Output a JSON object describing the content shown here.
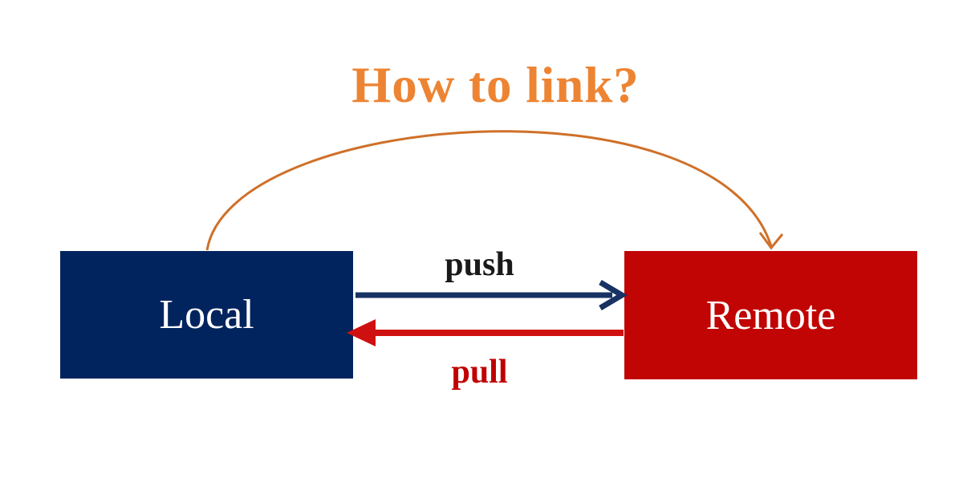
{
  "title": {
    "text": "How to link?",
    "color": "#ed8433"
  },
  "nodes": {
    "local": {
      "label": "Local",
      "fill": "#02245e",
      "text_color": "#ffffff"
    },
    "remote": {
      "label": "Remote",
      "fill": "#c10404",
      "text_color": "#ffffff"
    }
  },
  "edges": {
    "push": {
      "label": "push",
      "from": "Local",
      "to": "Remote",
      "arrow_color": "#173263",
      "label_color": "#1a1a1a",
      "style": "straight"
    },
    "pull": {
      "label": "pull",
      "from": "Remote",
      "to": "Local",
      "arrow_color": "#cf1010",
      "label_color": "#c00000",
      "style": "straight"
    },
    "link": {
      "from": "Local",
      "to": "Remote",
      "arrow_color": "#cf7029",
      "style": "curved"
    }
  }
}
